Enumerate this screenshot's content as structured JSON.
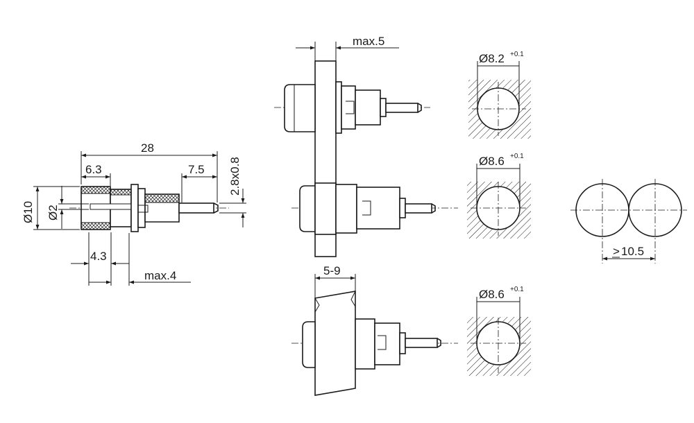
{
  "dimensions": {
    "side_view": {
      "overall_length": "28",
      "front_length": "6.3",
      "tab_length": "7.5",
      "tab_size": "2.8x0.8",
      "outer_diameter": "Ø10",
      "inner_diameter": "Ø2",
      "flange_width": "4.3",
      "panel_max": "max.4"
    },
    "panel_views": {
      "panel_max": "max.5",
      "panel_range": "5-9"
    },
    "holes": [
      {
        "diameter": "Ø8.2",
        "tolerance": "+0.1"
      },
      {
        "diameter": "Ø8.6",
        "tolerance": "+0.1"
      },
      {
        "diameter": "Ø8.6",
        "tolerance": "+0.1"
      }
    ],
    "spacing": {
      "label": "10.5",
      "relation": ">"
    }
  },
  "colors": {
    "line": "#1a1a1a",
    "background": "#ffffff"
  }
}
